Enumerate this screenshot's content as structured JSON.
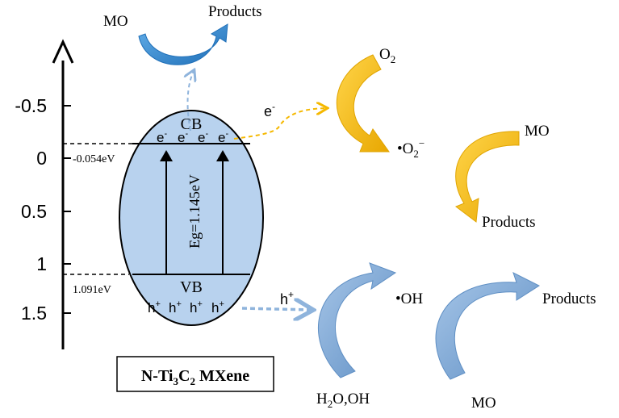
{
  "energy_axis": {
    "ticks": [
      "-0.5",
      "0",
      "0.5",
      "1",
      "1.5"
    ]
  },
  "band_edges": {
    "cb_value": "-0.054eV",
    "vb_value": "1.091eV"
  },
  "semiconductor": {
    "cb_label": "CB",
    "vb_label": "VB",
    "electron": "e",
    "electron_sup": "-",
    "hole": "h",
    "hole_sup": "+",
    "bandgap": "Eg=1.145eV",
    "name_main": "N-Ti",
    "name_sub1": "3",
    "name_c": "C",
    "name_sub2": "2",
    "name_rest": " MXene"
  },
  "reactions": {
    "top_reactant": "MO",
    "top_product": "Products",
    "electron_label": "e",
    "electron_label_sup": "-",
    "o2_main": "O",
    "o2_sub": "2",
    "superoxide_dot": "•",
    "superoxide_main": "O",
    "superoxide_sub": "2",
    "superoxide_sup": "−",
    "yellow_reactant": "MO",
    "yellow_product": "Products",
    "hole_label": "h",
    "hole_label_sup": "+",
    "hydroxyl_dot": "•",
    "hydroxyl": "OH",
    "water_h": "H",
    "water_sub": "2",
    "water_rest": "O,OH",
    "blue_reactant": "MO",
    "blue_product": "Products"
  },
  "colors": {
    "ellipse_fill": "#b8d2ee",
    "top_arrow": "#2f86cf",
    "yellow_arrow": "#f5b800",
    "blue_arrow": "#7aa7d6",
    "dashed_blue": "#8fb4dc",
    "dashed_yellow": "#f5b800"
  }
}
